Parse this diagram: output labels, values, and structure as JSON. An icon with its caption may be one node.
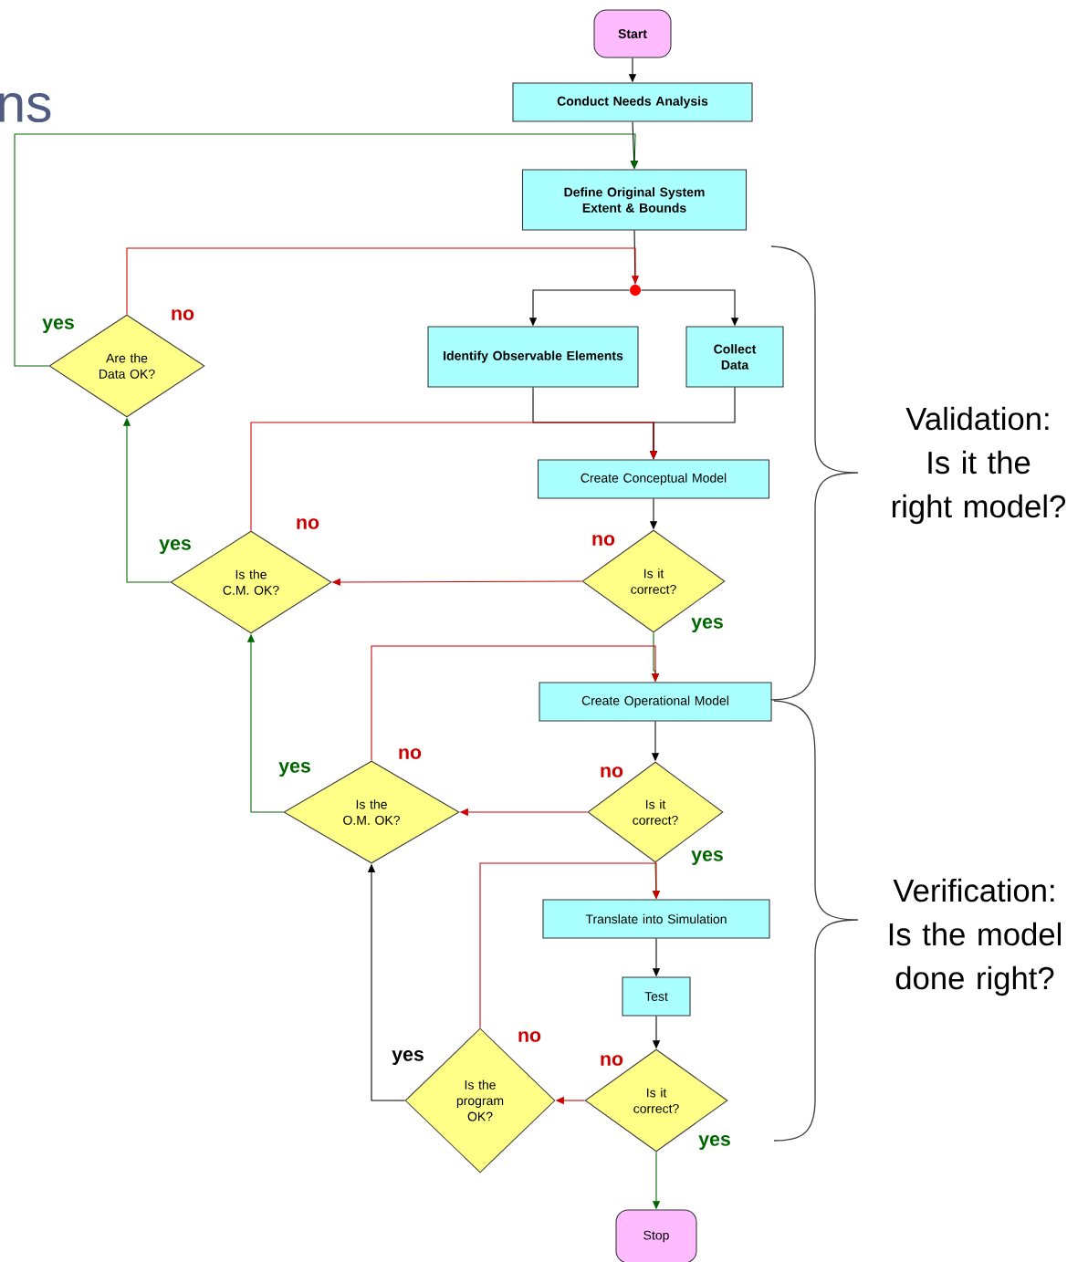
{
  "diagram": {
    "nodes": [
      {
        "text": [
          "Start"
        ]
      },
      {
        "text": [
          "Conduct Needs Analysis"
        ]
      },
      {
        "text": [
          "Define Original System Extent & Bounds"
        ]
      },
      {
        "text": [],
        "shape": "circle"
      },
      {
        "text": [
          "Are the Data OK?"
        ]
      },
      {
        "text": [
          "Identify Observable Elements"
        ]
      },
      {
        "text": [
          "Collect Data"
        ]
      },
      {
        "text": [
          "Create Conceptual Model"
        ]
      },
      {
        "text": [
          "Is it correct?"
        ]
      },
      {
        "text": [
          "Is the C.M. OK?"
        ]
      },
      {
        "text": [
          "Create Operational Model"
        ]
      },
      {
        "text": [
          "Is it correct?"
        ]
      },
      {
        "text": [
          "Is the O.M. OK?"
        ]
      },
      {
        "text": [
          "Translate into Simulation"
        ]
      },
      {
        "text": [
          "Test"
        ]
      },
      {
        "text": [
          "Is it correct?"
        ]
      },
      {
        "text": [
          "Is the program OK?"
        ]
      },
      {
        "text": [
          "Stop"
        ]
      }
    ],
    "edges": [
      {
        "from": 0,
        "to": 1,
        "arrow": "to"
      },
      {
        "from": 1,
        "to": 2,
        "arrow": "to"
      },
      {
        "from": 4,
        "to": 2,
        "arrow": "to",
        "label": "yes",
        "color": "#006600"
      },
      {
        "from": 2,
        "to": 3,
        "arrow": "none"
      },
      {
        "from": 4,
        "to": 3,
        "arrow": "to",
        "label": "no",
        "color": "#cc0000"
      },
      {
        "from": 3,
        "to": 5,
        "arrow": "to"
      },
      {
        "from": 3,
        "to": 6,
        "arrow": "to"
      },
      {
        "from": 5,
        "to": 7,
        "arrow": "to"
      },
      {
        "from": 6,
        "to": 7,
        "arrow": "to"
      },
      {
        "from": 9,
        "to": 7,
        "arrow": "to",
        "label": "no",
        "color": "#cc0000"
      },
      {
        "from": 7,
        "to": 8,
        "arrow": "to"
      },
      {
        "from": 8,
        "to": 9,
        "arrow": "to",
        "label": "no",
        "color": "#cc0000"
      },
      {
        "from": 8,
        "to": 10,
        "arrow": "to",
        "label": "yes",
        "color": "#006600"
      },
      {
        "from": 12,
        "to": 10,
        "arrow": "to",
        "label": "no",
        "color": "#cc0000"
      },
      {
        "from": 9,
        "to": 4,
        "arrow": "to",
        "label": "yes",
        "color": "#006600"
      },
      {
        "from": 10,
        "to": 11,
        "arrow": "to"
      },
      {
        "from": 11,
        "to": 12,
        "arrow": "to",
        "label": "no",
        "color": "#cc0000"
      },
      {
        "from": 11,
        "to": 13,
        "arrow": "to",
        "label": "yes",
        "color": "#006600"
      },
      {
        "from": 16,
        "to": 13,
        "arrow": "to",
        "label": "no",
        "color": "#cc0000"
      },
      {
        "from": 12,
        "to": 9,
        "arrow": "to",
        "label": "yes",
        "color": "#006600"
      },
      {
        "from": 13,
        "to": 14,
        "arrow": "to"
      },
      {
        "from": 14,
        "to": 15,
        "arrow": "to"
      },
      {
        "from": 15,
        "to": 16,
        "arrow": "to",
        "label": "no",
        "color": "#cc0000"
      },
      {
        "from": 15,
        "to": 17,
        "arrow": "to",
        "label": "yes",
        "color": "#006600"
      },
      {
        "from": 16,
        "to": 12,
        "arrow": "to",
        "label": "yes"
      }
    ],
    "labels": [
      "ns",
      "Validation: Is it the right model?",
      "Verification: Is the model done right?"
    ]
  }
}
